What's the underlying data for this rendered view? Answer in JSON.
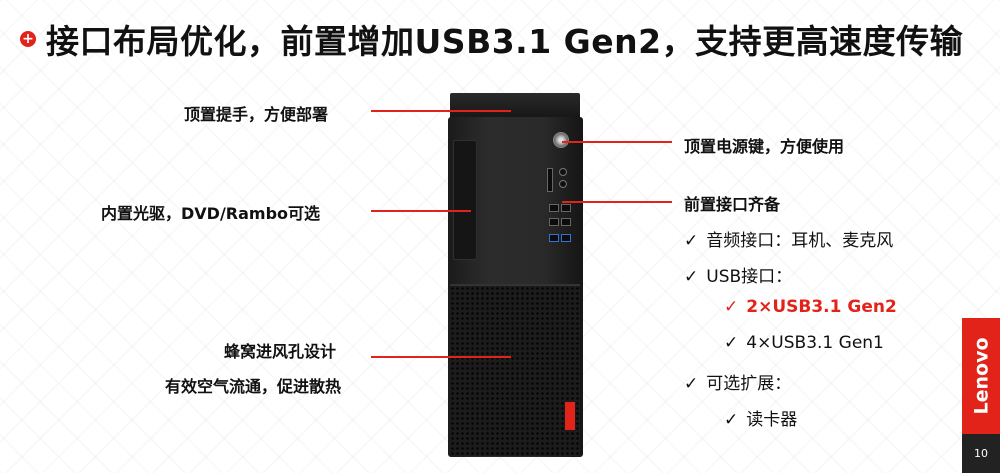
{
  "title": "接口布局优化，前置增加USB3.1 Gen2，支持更高速度传输",
  "left_callouts": {
    "handle": "顶置提手，方便部署",
    "optical": "内置光驱，DVD/Rambo可选",
    "vent_line1": "蜂窝进风孔设计",
    "vent_line2": "有效空气流通，促进散热"
  },
  "right_callouts": {
    "power": "顶置电源键，方便使用",
    "front_io": "前置接口齐备"
  },
  "features": [
    {
      "tick": "✓",
      "text": "音频接口：耳机、麦克风",
      "highlight": false
    },
    {
      "tick": "✓",
      "text": "USB接口：",
      "highlight": false
    },
    {
      "tick": "✓",
      "text": "2×USB3.1 Gen2",
      "highlight": true
    },
    {
      "tick": "✓",
      "text": "4×USB3.1 Gen1",
      "highlight": false
    },
    {
      "tick": "✓",
      "text": "可选扩展：",
      "highlight": false
    },
    {
      "tick": "✓",
      "text": "读卡器",
      "highlight": false
    }
  ],
  "brand": "Lenovo",
  "page_number": "10",
  "colors": {
    "accent": "#e2231a",
    "text": "#111111"
  },
  "icons": {
    "title_bullet": "plus-circle-icon"
  }
}
